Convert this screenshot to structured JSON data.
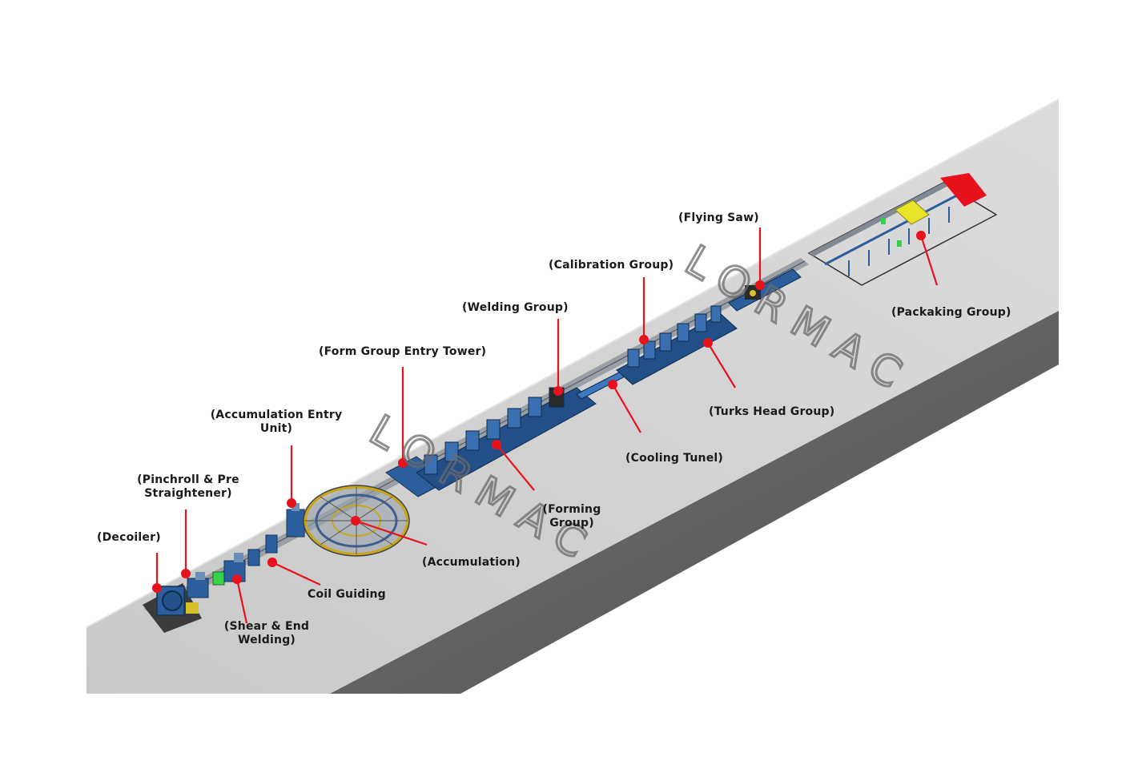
{
  "diagram": {
    "labels": {
      "decoiler": "(Decoiler)",
      "pinchroll_1": "(Pinchroll & Pre",
      "pinchroll_2": "Straightener)",
      "shear_1": "(Shear & End",
      "shear_2": "Welding)",
      "coil_guiding": "Coil Guiding",
      "accum_entry_1": "(Accumulation Entry",
      "accum_entry_2": "Unit)",
      "accumulation": "(Accumulation)",
      "form_entry_tower": "(Form Group Entry Tower)",
      "forming_1": "(Forming",
      "forming_2": "Group)",
      "welding_group": "(Welding Group)",
      "cooling_tunel": "(Cooling Tunel)",
      "calibration_group": "(Calibration Group)",
      "turks_head_group": "(Turks Head Group)",
      "flying_saw": "(Flying Saw)",
      "packaking_group": "(Packaking Group)"
    },
    "watermark": "LORMAC",
    "colors": {
      "floor_top": "#cfcfcf",
      "floor_side": "#5e5e5e",
      "machine_blue": "#2c5e9e",
      "callout_red": "#e8121c",
      "label_text": "#1a1a1a",
      "watermark": "#6a6a6a"
    }
  }
}
